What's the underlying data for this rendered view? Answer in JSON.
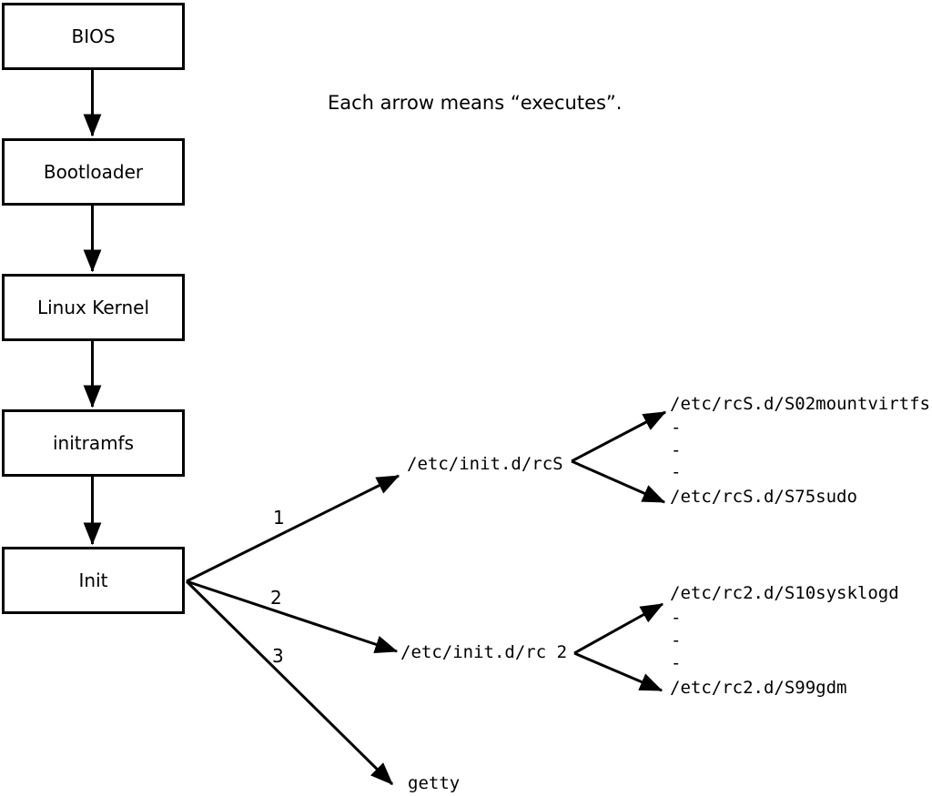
{
  "note": "Each arrow means “executes”.",
  "colors": {
    "line": "#000000",
    "background": "#ffffff",
    "box_fill": "#ffffff"
  },
  "boot_chain": [
    {
      "label": "BIOS"
    },
    {
      "label": "Bootloader"
    },
    {
      "label": "Linux Kernel"
    },
    {
      "label": "initramfs"
    },
    {
      "label": "Init"
    }
  ],
  "init_branches": [
    {
      "order": "1",
      "target": "/etc/init.d/rcS"
    },
    {
      "order": "2",
      "target": "/etc/init.d/rc 2"
    },
    {
      "order": "3",
      "target": "getty"
    }
  ],
  "rcs_scripts": {
    "first": "/etc/rcS.d/S02mountvirtfs",
    "ellipsis": [
      "-",
      "-",
      "-"
    ],
    "last": "/etc/rcS.d/S75sudo"
  },
  "rc2_scripts": {
    "first": "/etc/rc2.d/S10sysklogd",
    "ellipsis": [
      "-",
      "-",
      "-"
    ],
    "last": "/etc/rc2.d/S99gdm"
  }
}
